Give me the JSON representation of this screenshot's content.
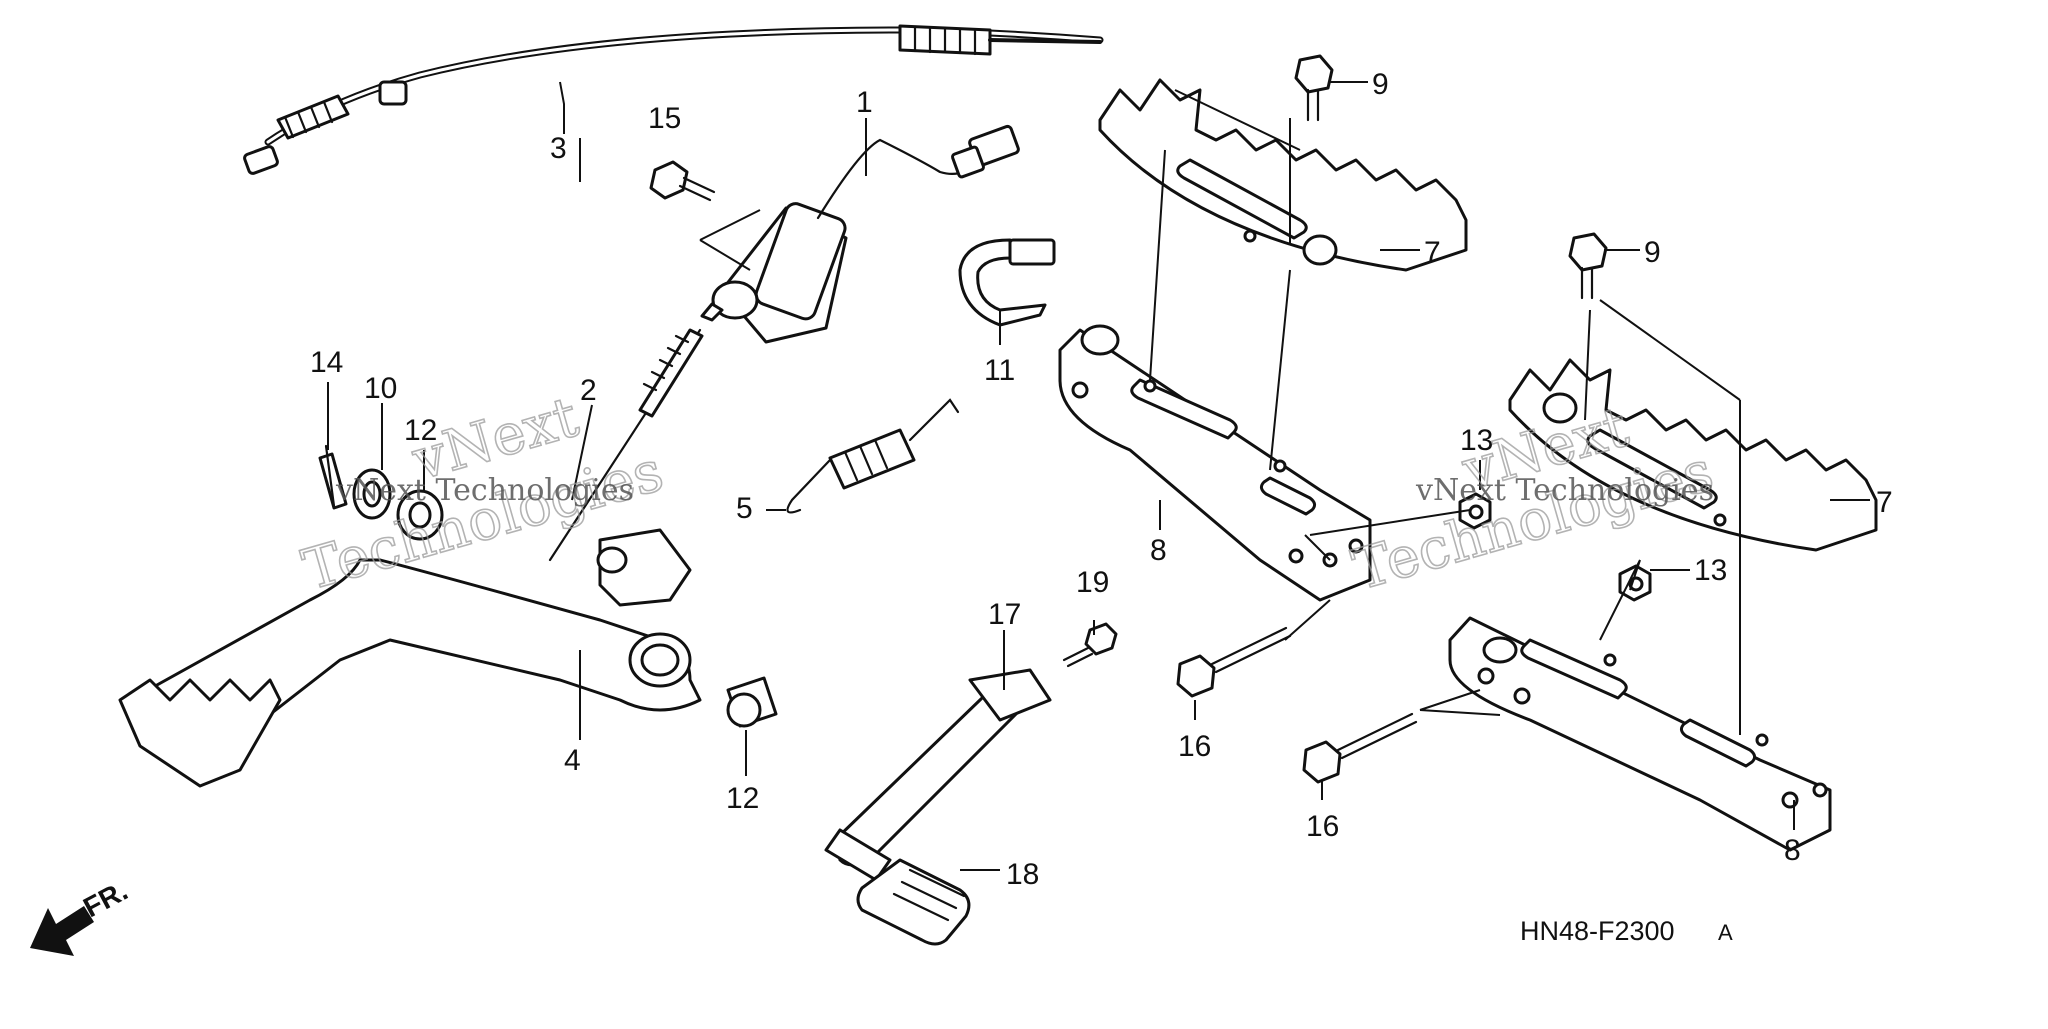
{
  "diagram": {
    "code": "HN48-F2300",
    "code_suffix": "A",
    "front_marker": "FR.",
    "watermarks": [
      "vNext",
      "Technologies",
      "vNext Technologies"
    ],
    "callouts": [
      {
        "num": "1"
      },
      {
        "num": "2"
      },
      {
        "num": "3"
      },
      {
        "num": "4"
      },
      {
        "num": "5"
      },
      {
        "num": "7"
      },
      {
        "num": "7"
      },
      {
        "num": "8"
      },
      {
        "num": "8"
      },
      {
        "num": "9"
      },
      {
        "num": "9"
      },
      {
        "num": "10"
      },
      {
        "num": "11"
      },
      {
        "num": "12"
      },
      {
        "num": "12"
      },
      {
        "num": "13"
      },
      {
        "num": "13"
      },
      {
        "num": "14"
      },
      {
        "num": "15"
      },
      {
        "num": "16"
      },
      {
        "num": "16"
      },
      {
        "num": "17"
      },
      {
        "num": "18"
      },
      {
        "num": "19"
      }
    ]
  },
  "colors": {
    "line": "#111111",
    "watermark": "#9a9a9a",
    "background": "#ffffff"
  }
}
